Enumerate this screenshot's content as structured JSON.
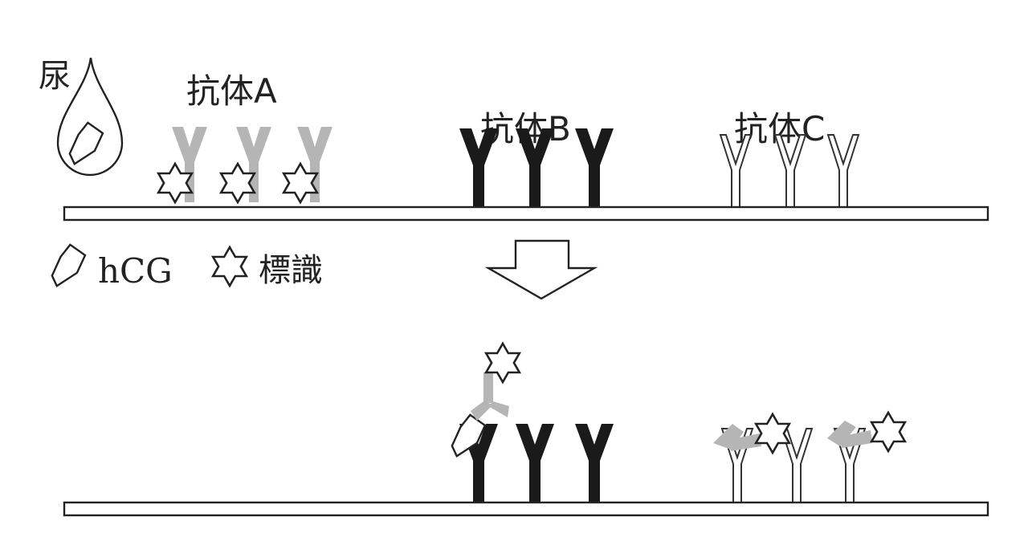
{
  "labels": {
    "urine": "尿",
    "antibody_a": "抗体A",
    "antibody_b": "抗体B",
    "antibody_c": "抗体C"
  },
  "legend": {
    "hcg": "hCG",
    "label_marker": "標識"
  },
  "colors": {
    "antibody_a": "#b5b5b5",
    "antibody_b": "#1a1a1a",
    "antibody_c": "#ffffff",
    "outline": "#222222"
  },
  "icons": {
    "marker": "six-point-star-icon",
    "hcg": "hexagon-hcg-icon",
    "drop": "urine-drop-icon",
    "arrow": "down-arrow-icon"
  }
}
